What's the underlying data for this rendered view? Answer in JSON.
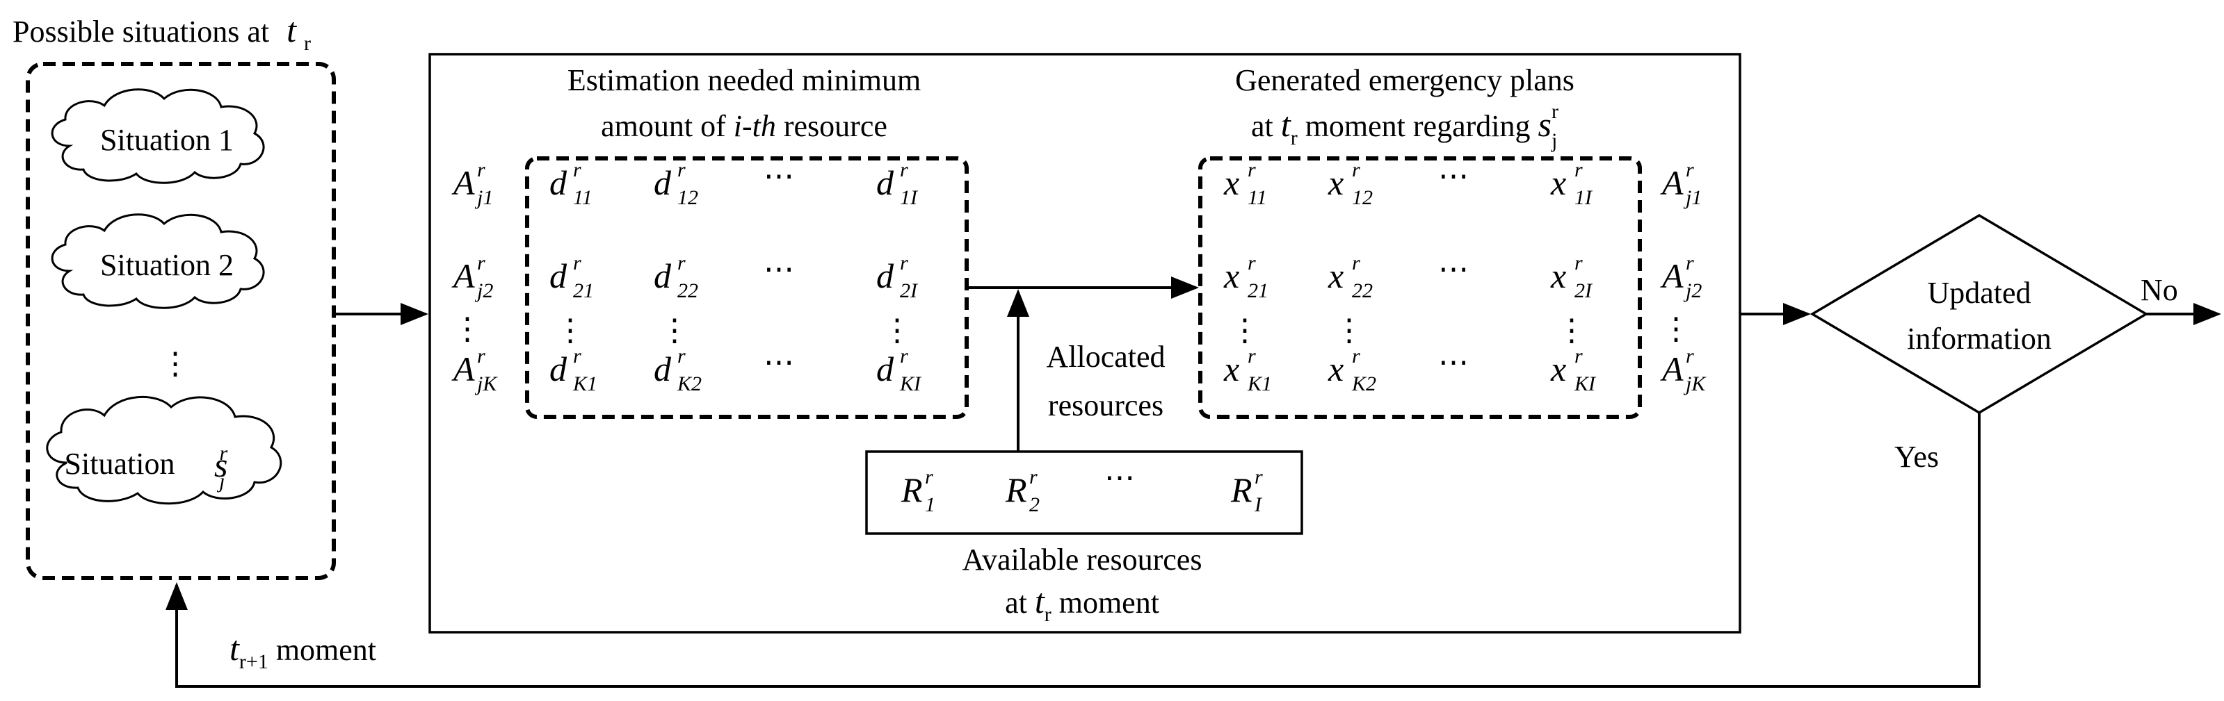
{
  "situations": {
    "title": "Possible situations at",
    "title_var": "t",
    "title_sub": "r",
    "cloud1": "Situation 1",
    "cloud2": "Situation 2",
    "cloud3": "Situation",
    "vdots": "⋮"
  },
  "estimation": {
    "title_line1": "Estimation needed minimum",
    "title_line2_a": "amount of ",
    "title_line2_b": "i-th",
    "title_line2_c": " resource"
  },
  "plans": {
    "title_line1": "Generated emergency plans",
    "title_line2_a": "at ",
    "title_line2_b": " moment regarding "
  },
  "matrices": {
    "A_rows": [
      {
        "base": "A",
        "sup": "r",
        "sub": "j1"
      },
      {
        "base": "A",
        "sup": "r",
        "sub": "j2"
      },
      {
        "base": "A",
        "sup": "r",
        "sub": "jK"
      }
    ],
    "d": [
      [
        {
          "sub": "11"
        },
        {
          "sub": "12"
        },
        {
          "dots": "⋯"
        },
        {
          "sub": "1I"
        }
      ],
      [
        {
          "sub": "21"
        },
        {
          "sub": "22"
        },
        {
          "dots": "⋯"
        },
        {
          "sub": "2I"
        }
      ],
      [
        {
          "sub": "K1"
        },
        {
          "sub": "K2"
        },
        {
          "dots": "⋯"
        },
        {
          "sub": "KI"
        }
      ]
    ],
    "x": [
      [
        {
          "sub": "11"
        },
        {
          "sub": "12"
        },
        {
          "dots": "⋯"
        },
        {
          "sub": "1I"
        }
      ],
      [
        {
          "sub": "21"
        },
        {
          "sub": "22"
        },
        {
          "dots": "⋯"
        },
        {
          "sub": "2I"
        }
      ],
      [
        {
          "sub": "K1"
        },
        {
          "sub": "K2"
        },
        {
          "dots": "⋯"
        },
        {
          "sub": "KI"
        }
      ]
    ]
  },
  "allocated": {
    "line1": "Allocated",
    "line2": "resources"
  },
  "available": {
    "line1": "Available resources",
    "line2_a": "at ",
    "line2_b": " moment",
    "R": [
      {
        "sub": "1"
      },
      {
        "sub": "2"
      },
      {
        "dots": "⋯"
      },
      {
        "sub": "I"
      }
    ]
  },
  "decision": {
    "line1": "Updated",
    "line2": "information",
    "no": "No",
    "yes": "Yes"
  },
  "feedback": {
    "label_var": "t",
    "label_sub": "r+1",
    "label_text": " moment"
  }
}
